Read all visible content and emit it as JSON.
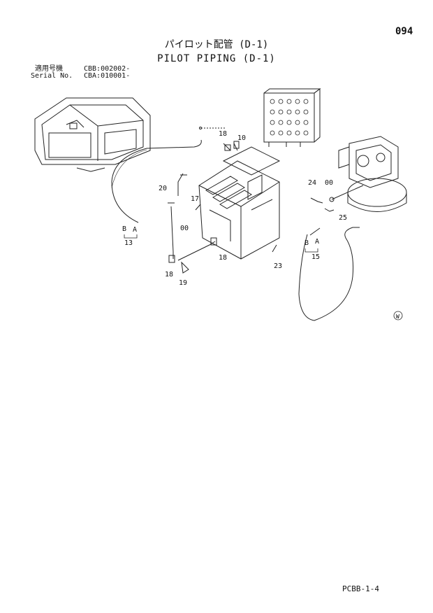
{
  "header": {
    "page_number": "094",
    "title_jp": "パイロット配管 (D-1)",
    "title_en": "PILOT PIPING (D-1)"
  },
  "serial": {
    "label_jp": "適用号機",
    "value_1": "CBB:002002-",
    "label_en": "Serial No.",
    "value_2": "CBA:010001-"
  },
  "callouts": [
    "18",
    "10",
    "20",
    "24",
    "00",
    "17",
    "25",
    "00",
    "B",
    "A",
    "13",
    "18",
    "18",
    "19",
    "23",
    "B",
    "A",
    "15"
  ],
  "circle_mark": "W",
  "footer": {
    "code": "PCBB-1-4"
  }
}
